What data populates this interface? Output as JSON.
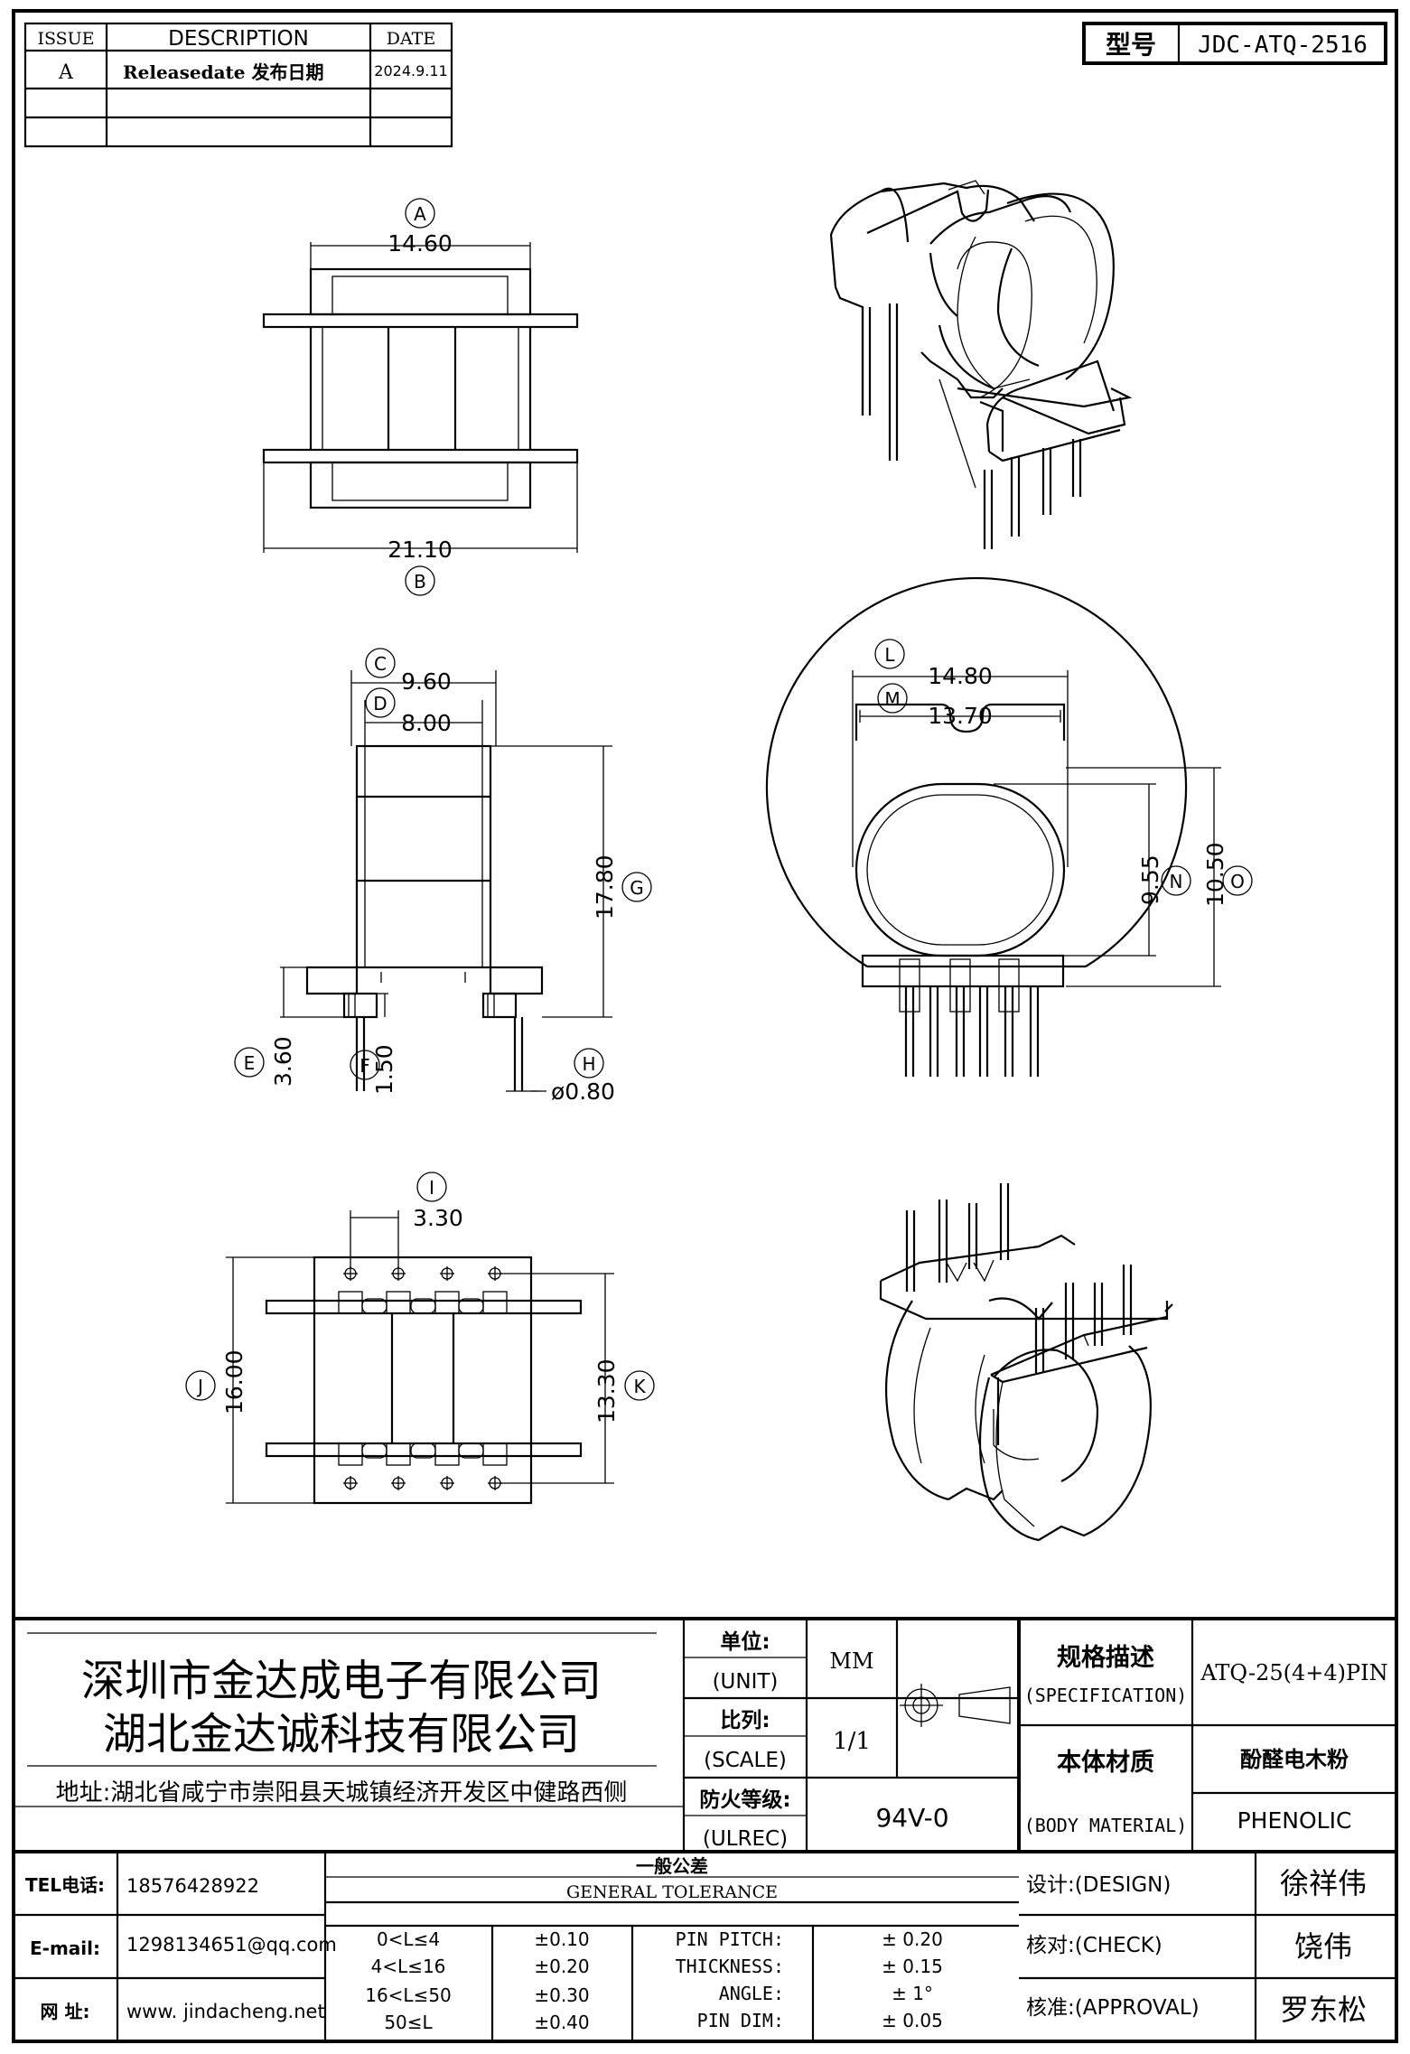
{
  "revision_table": {
    "headers": {
      "issue": "ISSUE",
      "description": "DESCRIPTION",
      "date": "DATE"
    },
    "rows": [
      {
        "issue": "A",
        "description": "Releasedate 发布日期",
        "date": "2024.9.11"
      },
      {
        "issue": "",
        "description": "",
        "date": ""
      },
      {
        "issue": "",
        "description": "",
        "date": ""
      }
    ]
  },
  "model": {
    "label": "型号",
    "value": "JDC-ATQ-2516"
  },
  "dimensions": {
    "A": "14.60",
    "B": "21.10",
    "C": "9.60",
    "D": "8.00",
    "E": "3.60",
    "F": "1.50",
    "G": "17.80",
    "H": "ø0.80",
    "I": "3.30",
    "J": "16.00",
    "K": "13.30",
    "L": "14.80",
    "M": "13.70",
    "N": "9.55",
    "O": "10.50"
  },
  "title_block": {
    "company_1": "深圳市金达成电子有限公司",
    "company_2": "湖北金达诚科技有限公司",
    "address": "地址:湖北省咸宁市崇阳县天城镇经济开发区中健路西侧",
    "unit_label_cn": "单位:",
    "unit_label_en": "(UNIT)",
    "unit_value": "MM",
    "scale_label_cn": "比列:",
    "scale_label_en": "(SCALE)",
    "scale_value": "1/1",
    "ulrec_label_cn": "防火等级:",
    "ulrec_label_en": "(ULREC)",
    "ulrec_value": "94V-0",
    "spec_label_cn": "规格描述",
    "spec_label_en": "(SPECIFICATION)",
    "spec_value": "ATQ-25(4+4)PIN",
    "material_label_cn": "本体材质",
    "material_label_en": "(BODY MATERIAL)",
    "material_value_cn": "酚醛电木粉",
    "material_value_en": "PHENOLIC",
    "tel_label": "TEL电话:",
    "tel_value": "18576428922",
    "email_label": "E-mail:",
    "email_value": "1298134651@qq.com",
    "web_label": "网  址:",
    "web_value": "www. jindacheng.net",
    "tolerance_title_cn": "一般公差",
    "tolerance_title_en": "GENERAL TOLERANCE",
    "tolerance_rows": [
      {
        "range": "0<L≤4",
        "tol": "±0.10",
        "item": "PIN PITCH:",
        "value": "± 0.20"
      },
      {
        "range": "4<L≤16",
        "tol": "±0.20",
        "item": "THICKNESS:",
        "value": "± 0.15"
      },
      {
        "range": "16<L≤50",
        "tol": "±0.30",
        "item": "ANGLE:",
        "value": "± 1°"
      },
      {
        "range": "50≤L",
        "tol": "±0.40",
        "item": "PIN DIM:",
        "value": "± 0.05"
      }
    ],
    "design_label": "设计:(DESIGN)",
    "design_value": "徐祥伟",
    "check_label": "核对:(CHECK)",
    "check_value": "饶伟",
    "approval_label": "核准:(APPROVAL)",
    "approval_value": "罗东松"
  }
}
